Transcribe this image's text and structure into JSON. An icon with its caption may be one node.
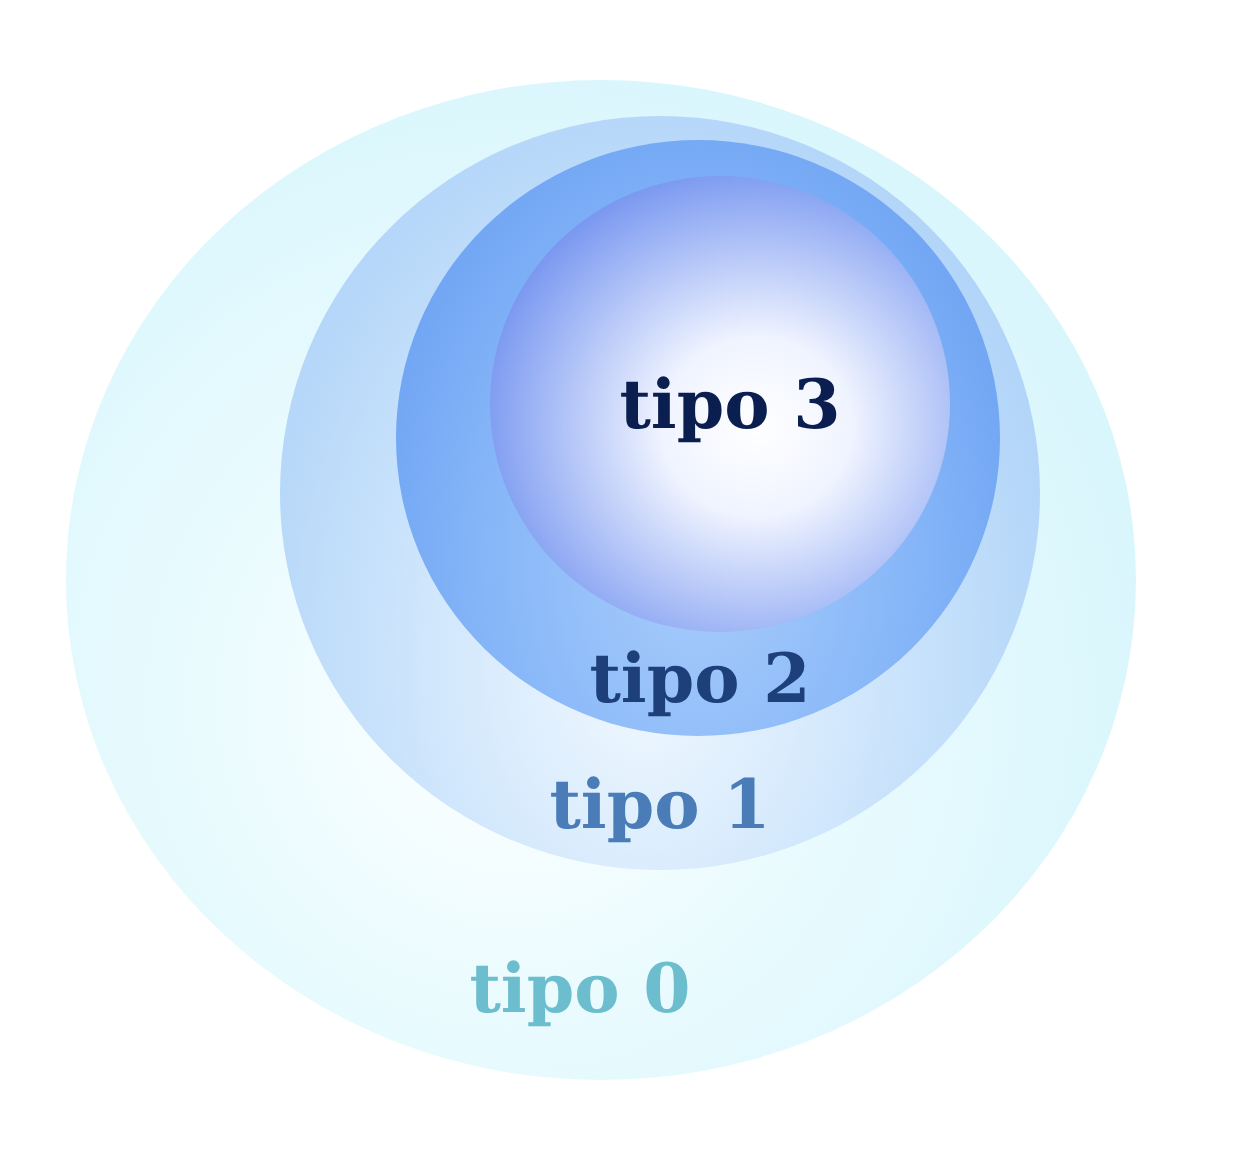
{
  "diagram": {
    "nodes": [
      {
        "text": [
          "tipo 0"
        ]
      },
      {
        "text": [
          "tipo 1"
        ],
        "in": 0
      },
      {
        "text": [
          "tipo 2"
        ],
        "in": 1
      },
      {
        "text": [
          "tipo 3"
        ],
        "in": 2
      }
    ]
  }
}
